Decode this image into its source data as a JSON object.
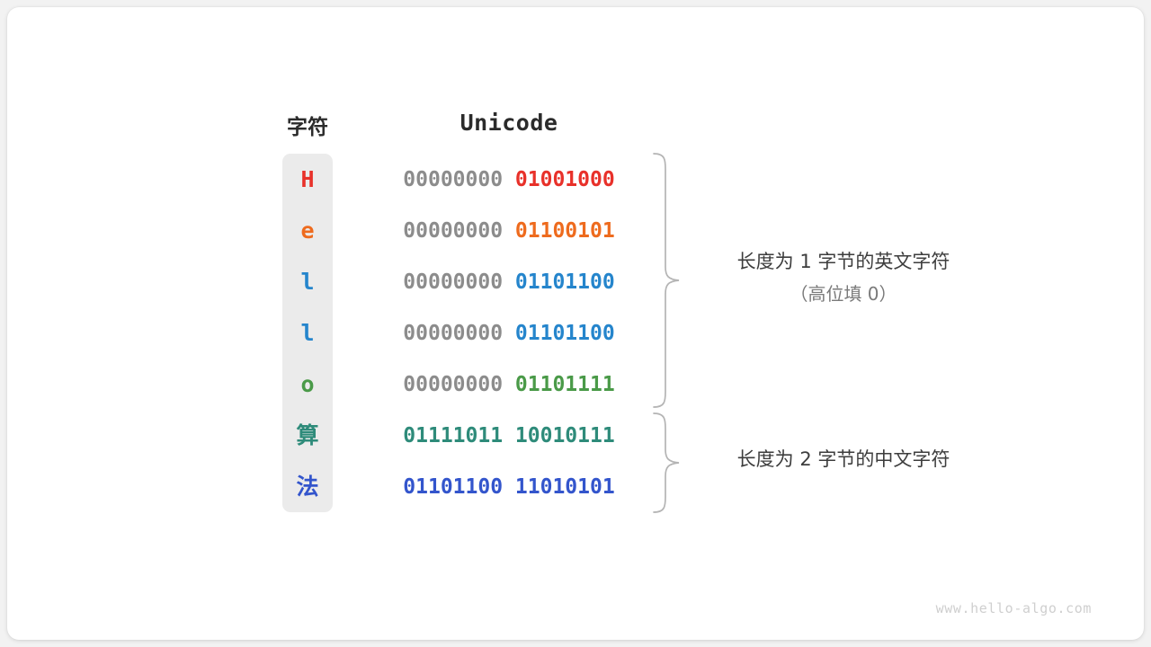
{
  "watermark": "www.hello-algo.com",
  "headers": {
    "character": "字符",
    "unicode": "Unicode"
  },
  "colors": {
    "red": "#e8312a",
    "orange": "#ee6b1e",
    "blue_light": "#2585cc",
    "green": "#4a9a48",
    "teal": "#2e8b7a",
    "blue_dark": "#3355cc",
    "grey_bits": "#8c8c8c",
    "panel_bg": "#ebebeb",
    "card_bg": "#ffffff",
    "brace": "#b4b4b4"
  },
  "rows": [
    {
      "char": "H",
      "high_byte": "00000000",
      "low_byte": "01001000",
      "color": "#e8312a",
      "cjk": false,
      "group": "ascii"
    },
    {
      "char": "e",
      "high_byte": "00000000",
      "low_byte": "01100101",
      "color": "#ee6b1e",
      "cjk": false,
      "group": "ascii"
    },
    {
      "char": "l",
      "high_byte": "00000000",
      "low_byte": "01101100",
      "color": "#2585cc",
      "cjk": false,
      "group": "ascii"
    },
    {
      "char": "l",
      "high_byte": "00000000",
      "low_byte": "01101100",
      "color": "#2585cc",
      "cjk": false,
      "group": "ascii"
    },
    {
      "char": "o",
      "high_byte": "00000000",
      "low_byte": "01101111",
      "color": "#4a9a48",
      "cjk": false,
      "group": "ascii"
    },
    {
      "char": "算",
      "high_byte": "01111011",
      "low_byte": "10010111",
      "color": "#2e8b7a",
      "cjk": true,
      "group": "cjk"
    },
    {
      "char": "法",
      "high_byte": "01101100",
      "low_byte": "11010101",
      "color": "#3355cc",
      "cjk": true,
      "group": "cjk"
    }
  ],
  "annotations": [
    {
      "main": "长度为 1 字节的英文字符",
      "sub": "（高位填 0）"
    },
    {
      "main": "长度为 2 字节的中文字符",
      "sub": ""
    }
  ]
}
